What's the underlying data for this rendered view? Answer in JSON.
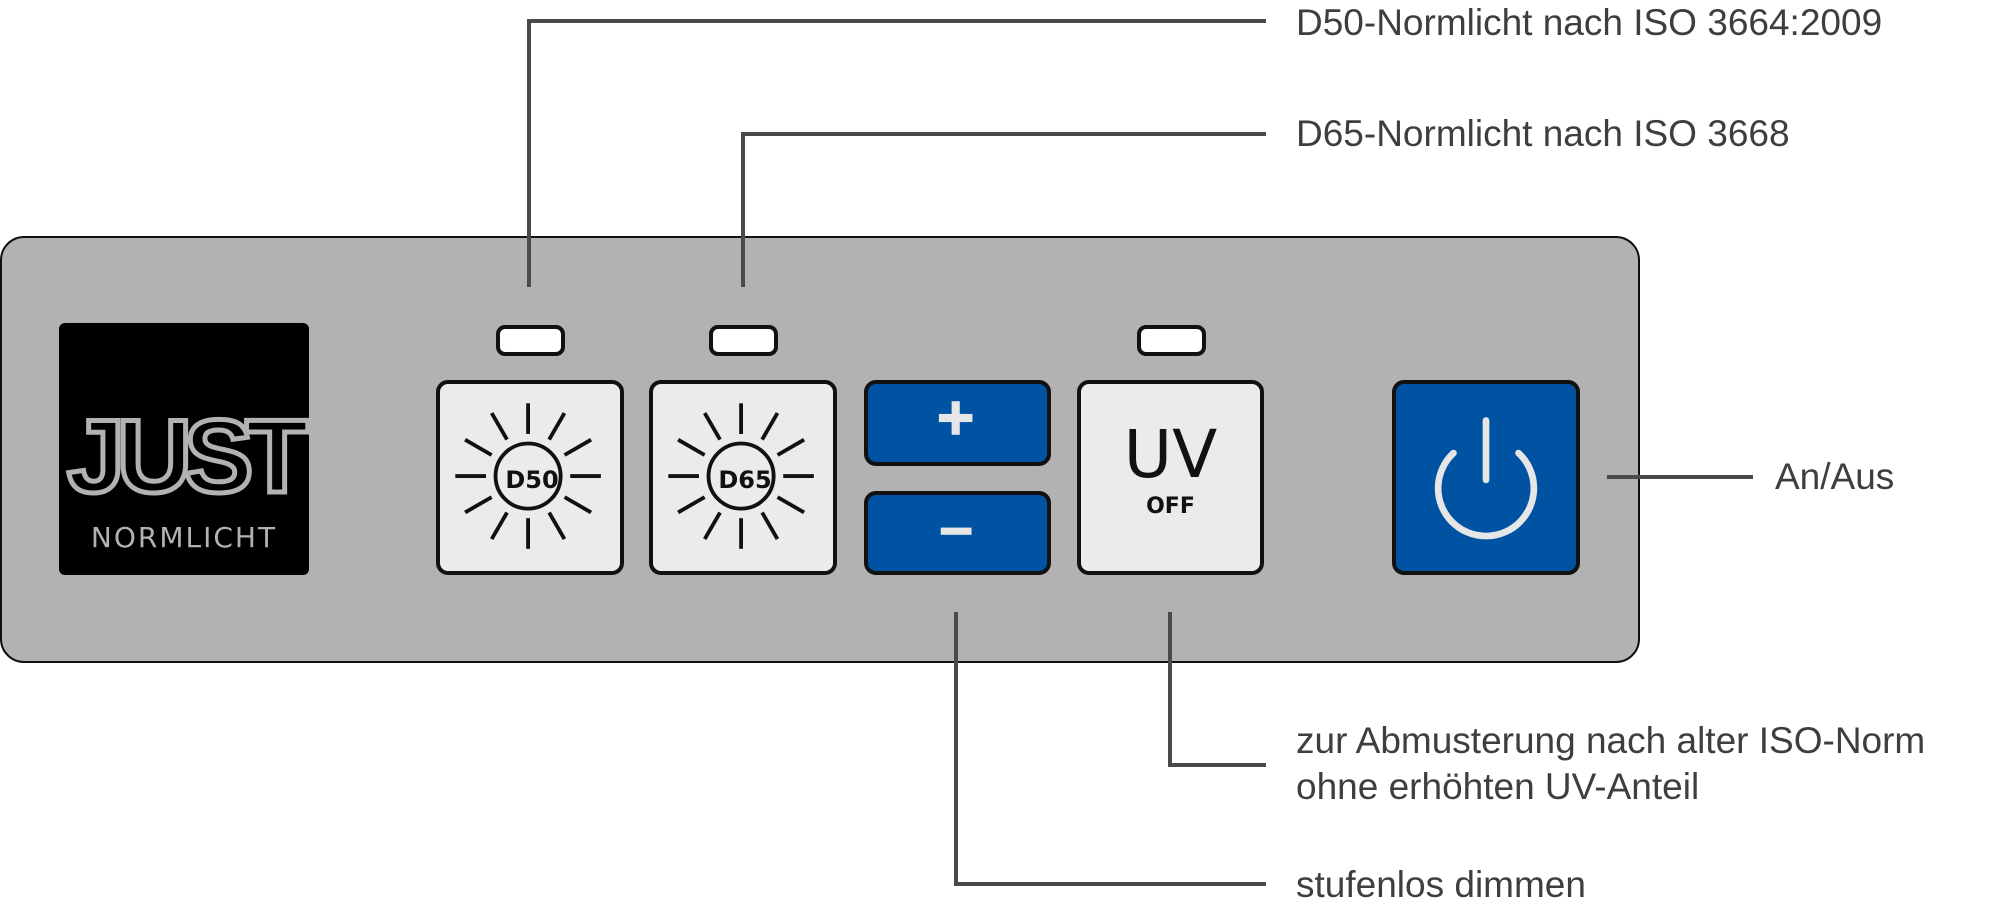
{
  "logo": {
    "brand": "JUST",
    "subtitle": "NORMLICHT"
  },
  "buttons": {
    "d50": {
      "label": "D50",
      "icon": "sun-icon"
    },
    "d65": {
      "label": "D65",
      "icon": "sun-icon"
    },
    "plus": {
      "label": "+"
    },
    "minus": {
      "label": "−"
    },
    "uv": {
      "label": "UV",
      "sublabel": "OFF"
    },
    "power": {
      "icon": "power-icon"
    }
  },
  "callouts": {
    "d50": "D50-Normlicht nach ISO 3664:2009",
    "d65": "D65-Normlicht nach ISO 3668",
    "power": "An/Aus",
    "uv_line1": "zur Abmusterung nach alter ISO-Norm",
    "uv_line2": "ohne erhöhten UV-Anteil",
    "dimmer": "stufenlos dimmen"
  },
  "colors": {
    "panel": "#b2b2b2",
    "button_blue": "#0052a3",
    "button_light": "#ebebeb",
    "led": "#ffffff",
    "leader_line": "#4a4a4a",
    "label_text": "#3e3e3e"
  }
}
